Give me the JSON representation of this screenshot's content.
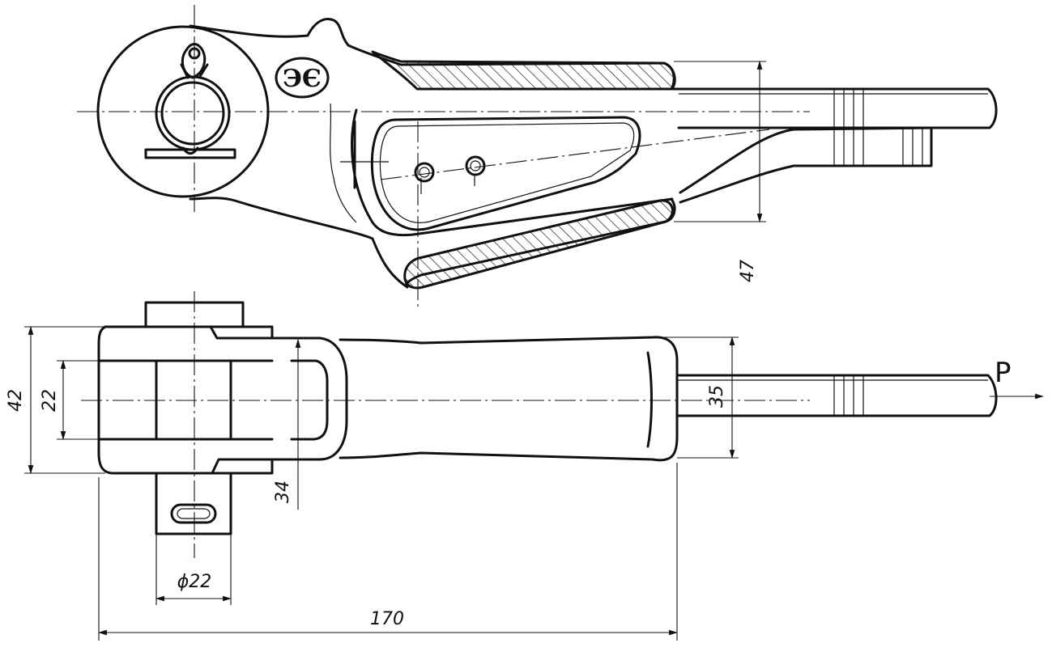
{
  "dimensions": {
    "overall_length": "170",
    "height_42": "42",
    "pin_span_22": "22",
    "pin_diameter": "ϕ22",
    "offset_34": "34",
    "shank_35": "35",
    "depth_47": "47"
  },
  "force_label": "P",
  "logo_text": "ЭЄ"
}
